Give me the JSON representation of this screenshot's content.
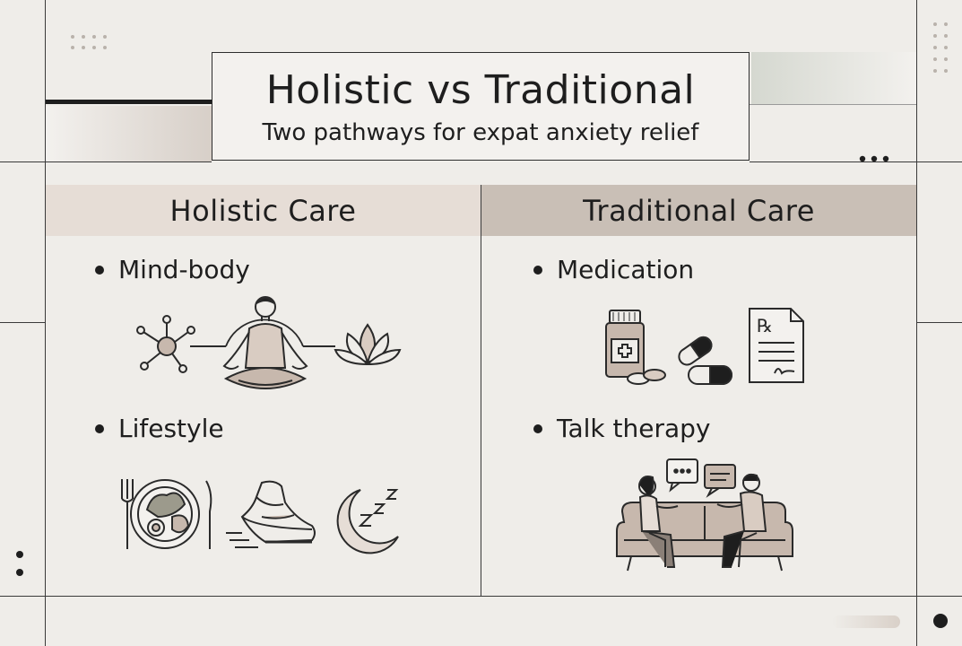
{
  "header": {
    "title": "Holistic vs Traditional",
    "subtitle": "Two pathways for expat anxiety relief"
  },
  "columns": [
    {
      "heading": "Holistic Care",
      "items": [
        {
          "label": "Mind-body",
          "icons": [
            "network-icon",
            "meditation-icon",
            "lotus-icon"
          ]
        },
        {
          "label": "Lifestyle",
          "icons": [
            "healthy-plate-icon",
            "sneaker-icon",
            "sleep-moon-icon"
          ]
        }
      ]
    },
    {
      "heading": "Traditional Care",
      "items": [
        {
          "label": "Medication",
          "icons": [
            "pill-bottle-icon",
            "capsule-icon",
            "prescription-icon"
          ]
        },
        {
          "label": "Talk therapy",
          "icons": [
            "therapy-session-icon"
          ]
        }
      ]
    }
  ],
  "colors": {
    "background": "#efede9",
    "holistic_header": "#e6ddd6",
    "traditional_header": "#c9bfb6",
    "accent": "#c7b8ad",
    "ink": "#1e1e1e"
  }
}
